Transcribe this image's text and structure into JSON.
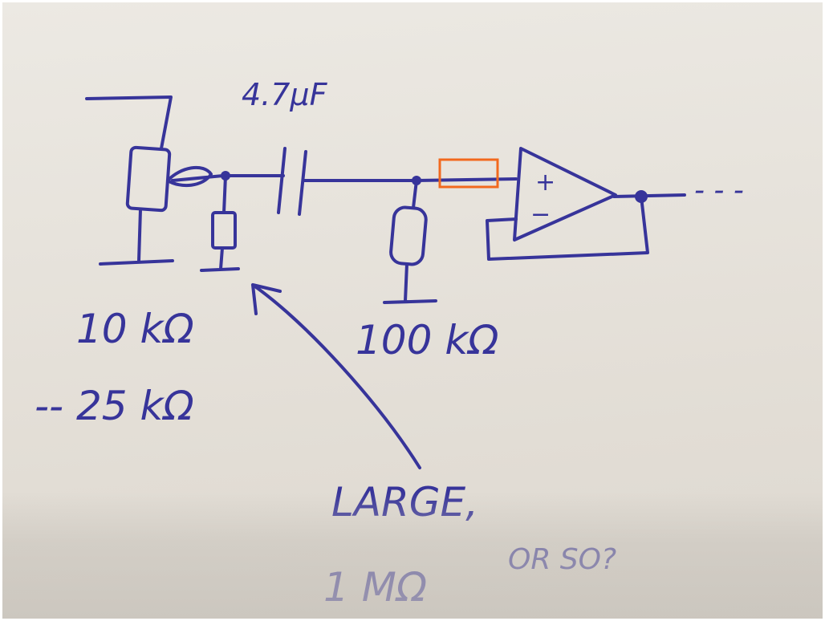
{
  "diagram": {
    "capacitor_label": "4.7μF",
    "pot_load_label": "10 kΩ",
    "pot_load_alt_label": "-- 25 kΩ",
    "bias_resistor_label": "100 kΩ",
    "question_line1": "LARGE,",
    "question_line2_value": "1 MΩ",
    "question_line2_suffix": "OR SO?",
    "opamp_plus": "+",
    "opamp_minus": "−",
    "output_continuation": "- - -"
  },
  "annotation": {
    "highlight_color": "#f2691e",
    "ink_color": "#37349a"
  }
}
